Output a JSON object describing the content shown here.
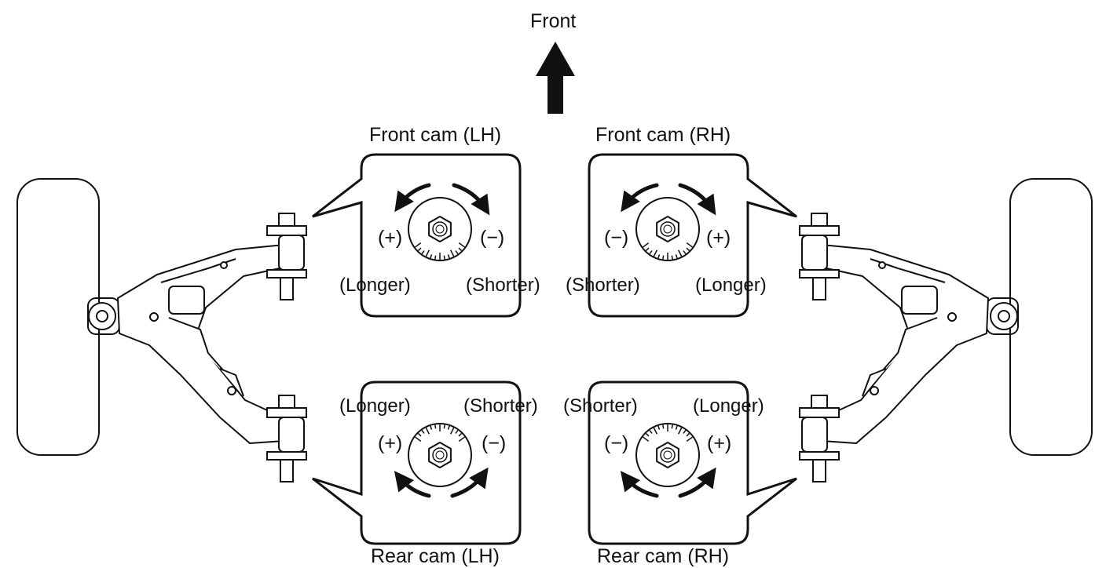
{
  "front_label": "Front",
  "callouts": {
    "front_lh": {
      "title": "Front cam (LH)",
      "left_sign": "(+)",
      "right_sign": "(−)",
      "left_text": "(Longer)",
      "right_text": "(Shorter)"
    },
    "front_rh": {
      "title": "Front cam (RH)",
      "left_sign": "(−)",
      "right_sign": "(+)",
      "left_text": "(Shorter)",
      "right_text": "(Longer)"
    },
    "rear_lh": {
      "title": "Rear cam (LH)",
      "left_sign": "(+)",
      "right_sign": "(−)",
      "left_text": "(Longer)",
      "right_text": "(Shorter)"
    },
    "rear_rh": {
      "title": "Rear cam (RH)",
      "left_sign": "(−)",
      "right_sign": "(+)",
      "left_text": "(Shorter)",
      "right_text": "(Longer)"
    }
  },
  "colors": {
    "line": "#111111",
    "background": "#ffffff"
  }
}
